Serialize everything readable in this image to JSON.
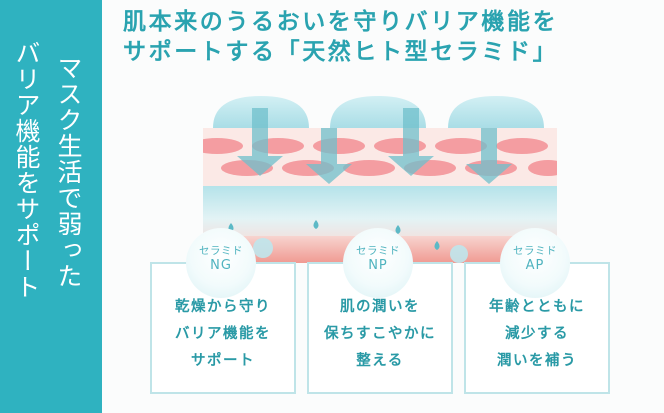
{
  "side_panel": {
    "line1": "マスク生活で弱った",
    "line2": "バリア機能をサポート",
    "background": "#2fb2c0"
  },
  "headline": {
    "line1": "肌本来のうるおいを守りバリア機能を",
    "line2": "サポートする「天然ヒト型セラミド」",
    "color": "#2aa3b0"
  },
  "illustration": {
    "description": "skin-layer-diagram",
    "droplet_domes": 3,
    "arrows": 4
  },
  "ceramides": [
    {
      "badge_top": "セラミド",
      "badge_type": "NG",
      "lines": [
        "乾燥から守り",
        "バリア機能を",
        "サポート"
      ]
    },
    {
      "badge_top": "セラミド",
      "badge_type": "NP",
      "lines": [
        "肌の潤いを",
        "保ちすこやかに",
        "整える"
      ]
    },
    {
      "badge_top": "セラミド",
      "badge_type": "AP",
      "lines": [
        "年齢とともに",
        "減少する",
        "潤いを補う"
      ]
    }
  ]
}
